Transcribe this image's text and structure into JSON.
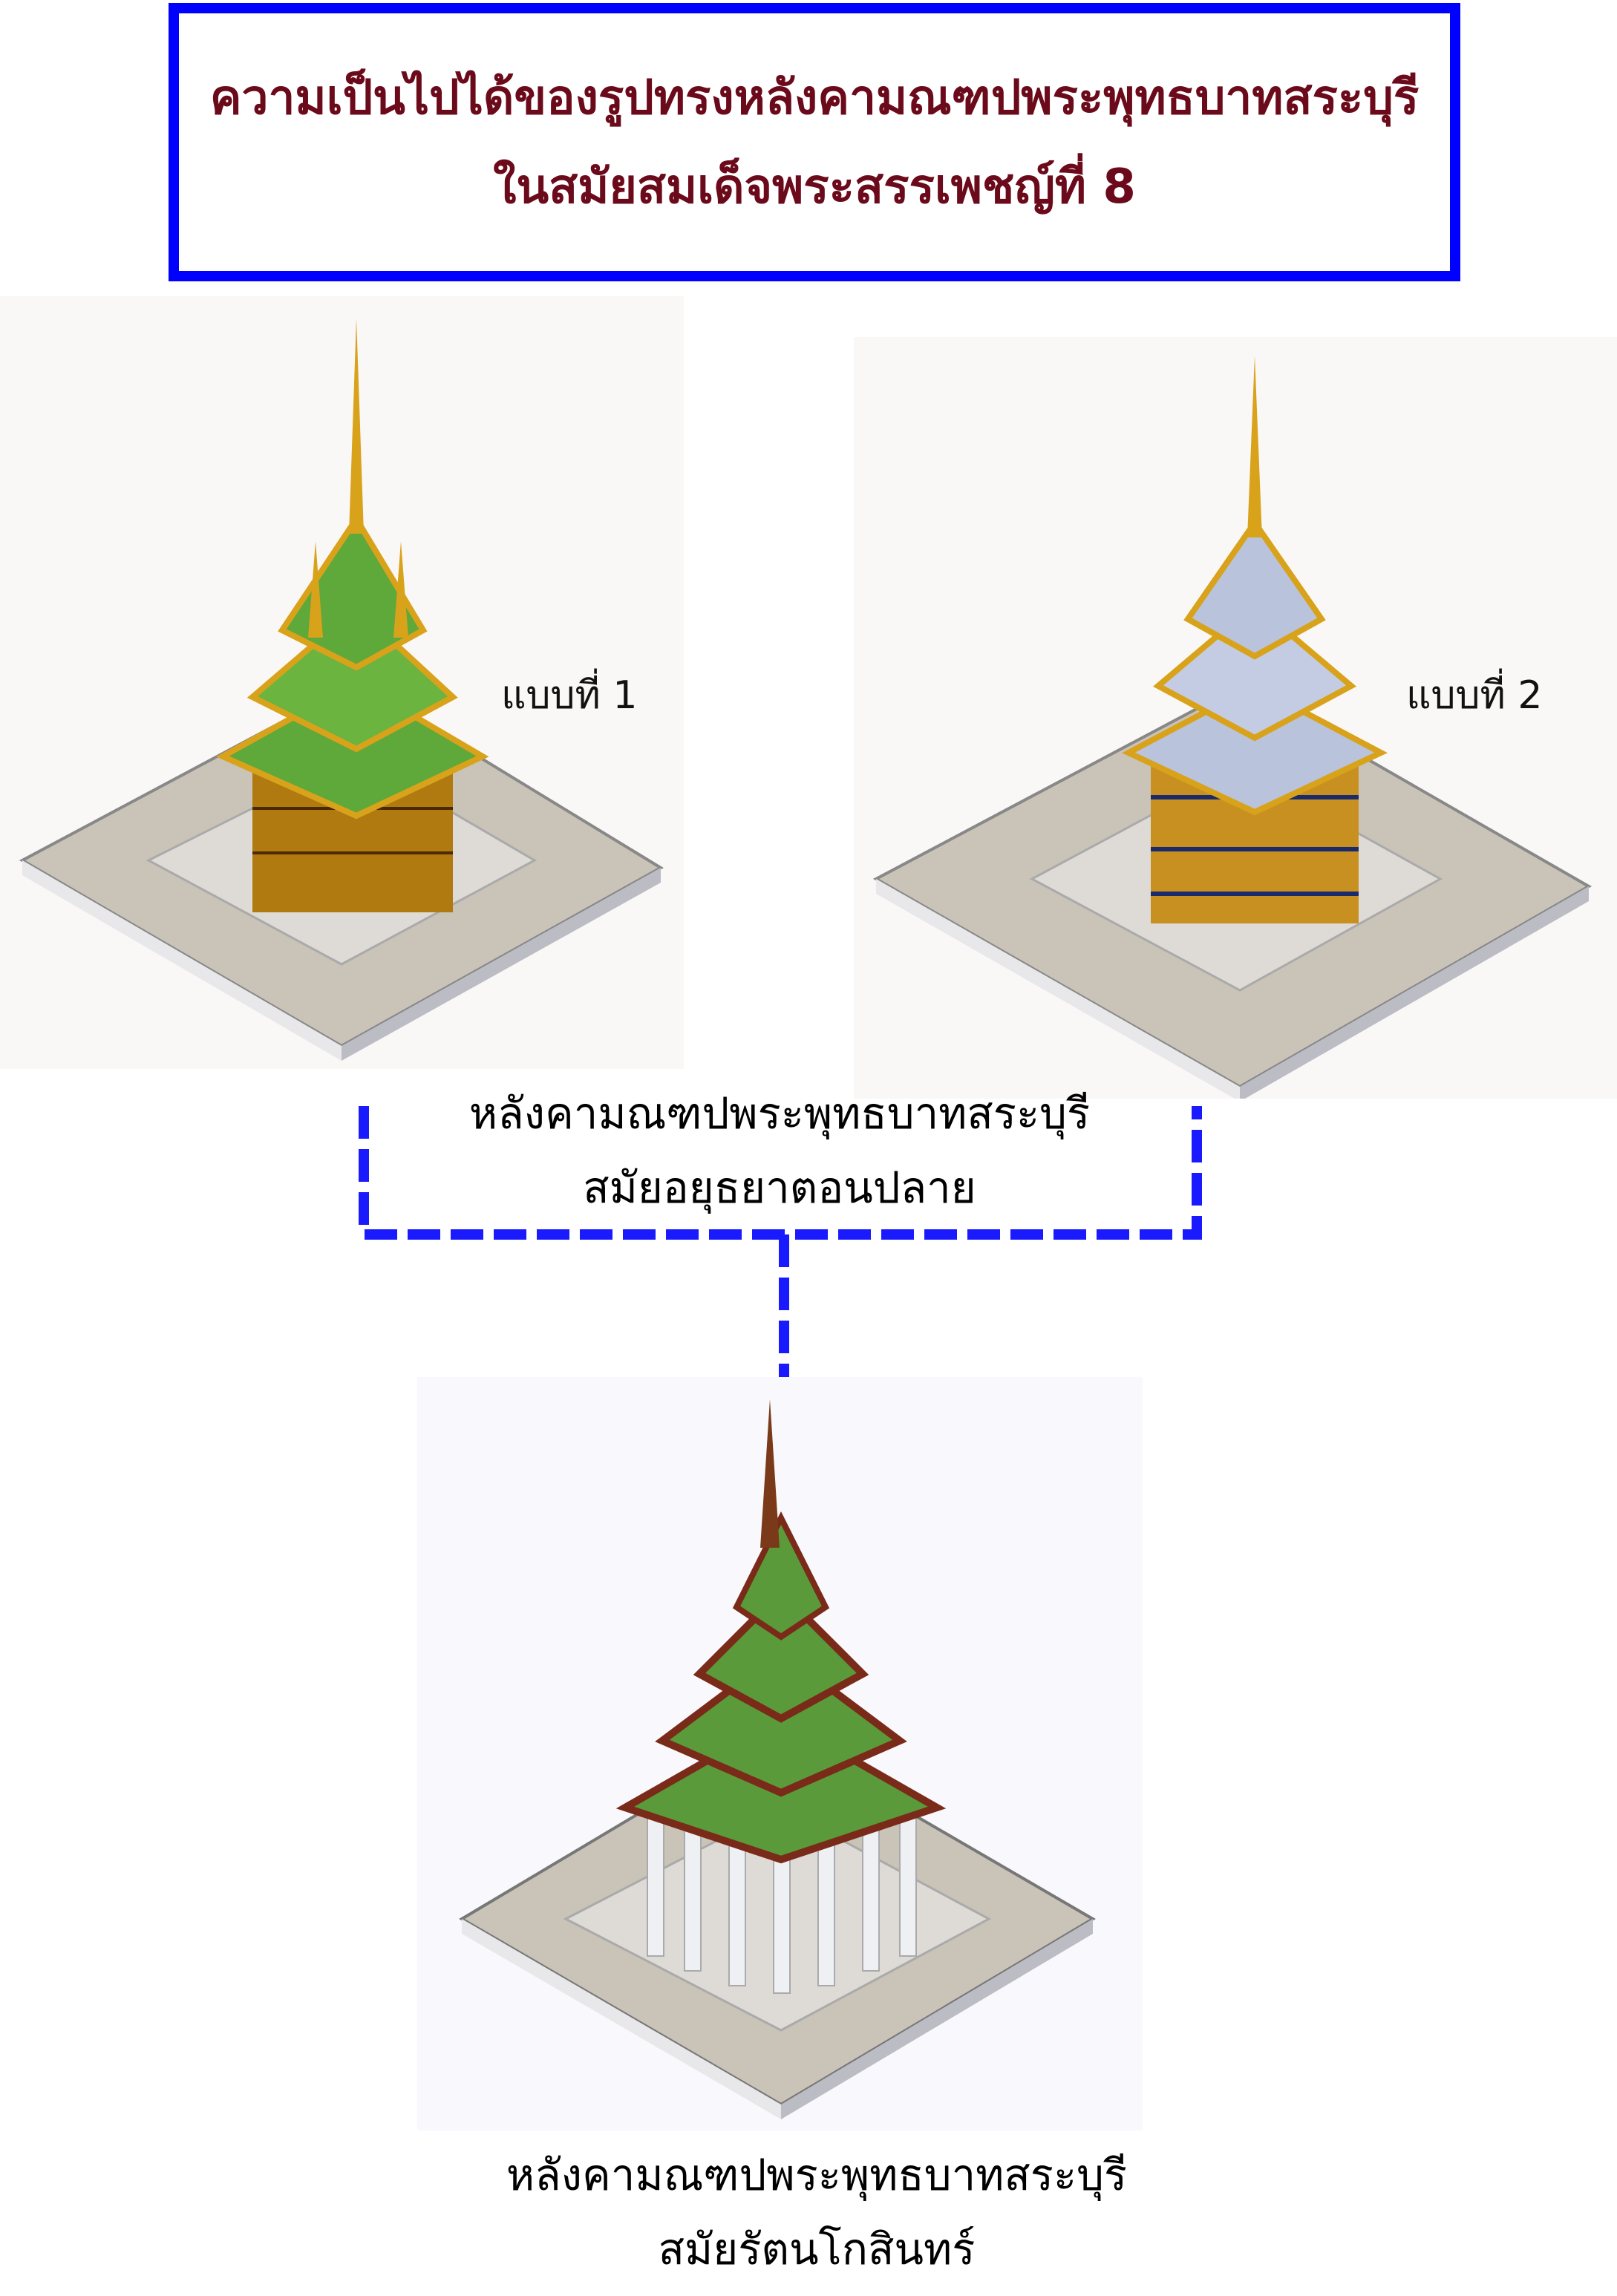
{
  "title": {
    "line1": "ความเป็นไปได้ของรูปทรงหลังคามณฑปพระพุทธบาทสระบุรี",
    "line2": "ในสมัยสมเด็จพระสรรเพชญ์ที่ 8"
  },
  "variants": [
    {
      "label": "แบบที่ 1",
      "roof_color": "#5fa83a"
    },
    {
      "label": "แบบที่ 2",
      "roof_color": "#b9c3dc"
    }
  ],
  "middle_caption": {
    "line1": "หลังคามณฑปพระพุทธบาทสระบุรี",
    "line2": "สมัยอยุธยาตอนปลาย"
  },
  "bottom_caption": {
    "line1": "หลังคามณฑปพระพุทธบาทสระบุรี",
    "line2": "สมัยรัตนโกสินทร์"
  },
  "colors": {
    "frame": "#0000ff",
    "title_text": "#6b0a1a",
    "connector": "#1a1aff",
    "gold": "#d9a21b",
    "bottom_roof": "#5a9a3a"
  }
}
